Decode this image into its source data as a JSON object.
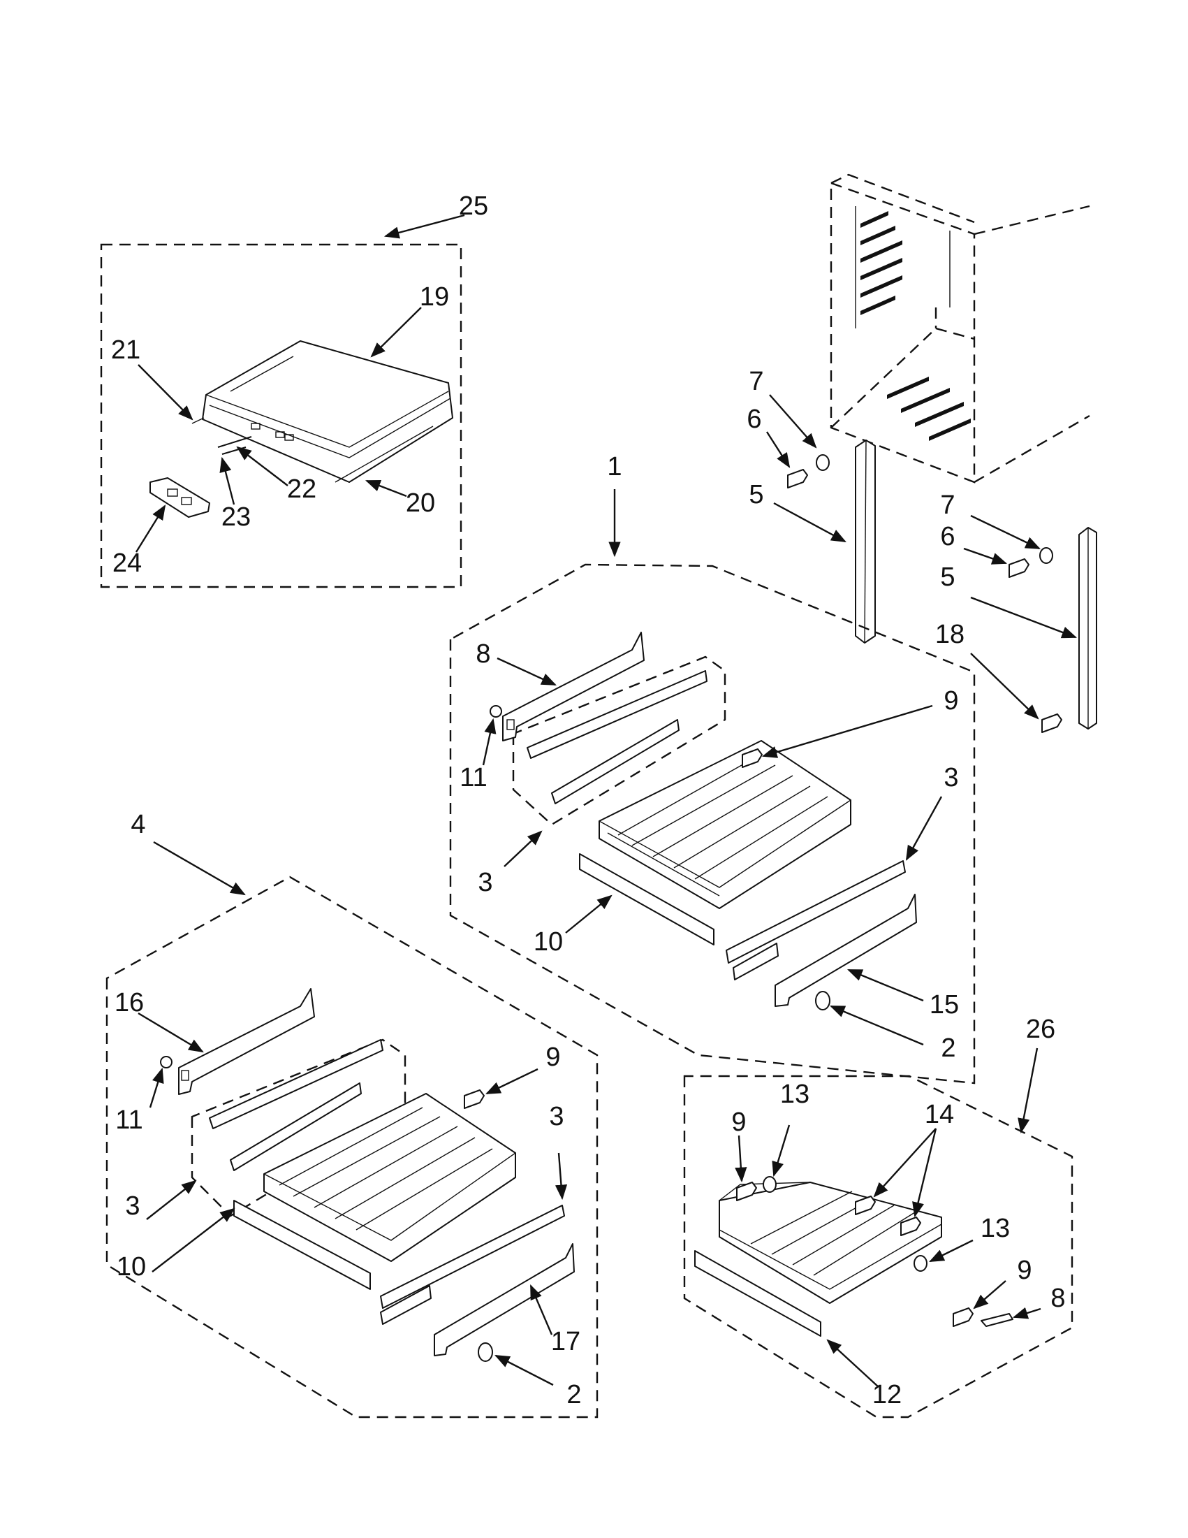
{
  "diagram": {
    "groups": [
      {
        "id": "top-panel-kit",
        "callout": "25"
      },
      {
        "id": "upper-drawer-assembly",
        "callout": "1"
      },
      {
        "id": "lower-drawer-assembly",
        "callout": "4"
      },
      {
        "id": "small-drawer-assembly",
        "callout": "26"
      }
    ],
    "callouts": {
      "top_panel_kit": [
        "19",
        "21",
        "22",
        "23",
        "20",
        "24"
      ],
      "cabinet_rails": [
        "7",
        "6",
        "5",
        "7",
        "6",
        "5",
        "18"
      ],
      "upper_drawer": [
        "8",
        "11",
        "9",
        "3",
        "3",
        "10",
        "15",
        "2"
      ],
      "lower_drawer": [
        "16",
        "11",
        "9",
        "3",
        "3",
        "10",
        "17",
        "2"
      ],
      "small_drawer": [
        "9",
        "13",
        "14",
        "13",
        "9",
        "8",
        "12"
      ]
    }
  }
}
